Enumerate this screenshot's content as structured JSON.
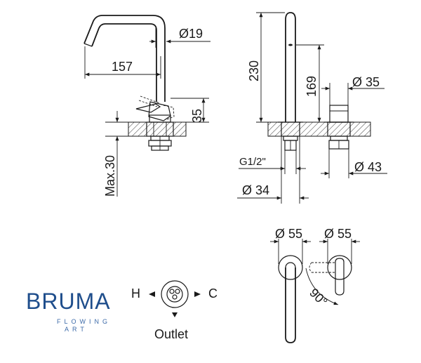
{
  "dimensions": {
    "spout_diameter": "Ø19",
    "reach": "157",
    "lever_height": "35",
    "max_thickness": "Max.30",
    "total_height": "230",
    "spout_height": "169",
    "handle_diameter": "Ø 35",
    "thread": "G1/2\"",
    "base_diameter": "Ø 43",
    "shank_diameter": "Ø 34",
    "rosette_left": "Ø 55",
    "rosette_right": "Ø 55",
    "rotation_angle": "90°"
  },
  "legend": {
    "hot": "H",
    "cold": "C",
    "outlet": "Outlet"
  },
  "brand": {
    "name": "BRUMA",
    "tagline_1": "FLOWING",
    "tagline_2": "ART"
  }
}
